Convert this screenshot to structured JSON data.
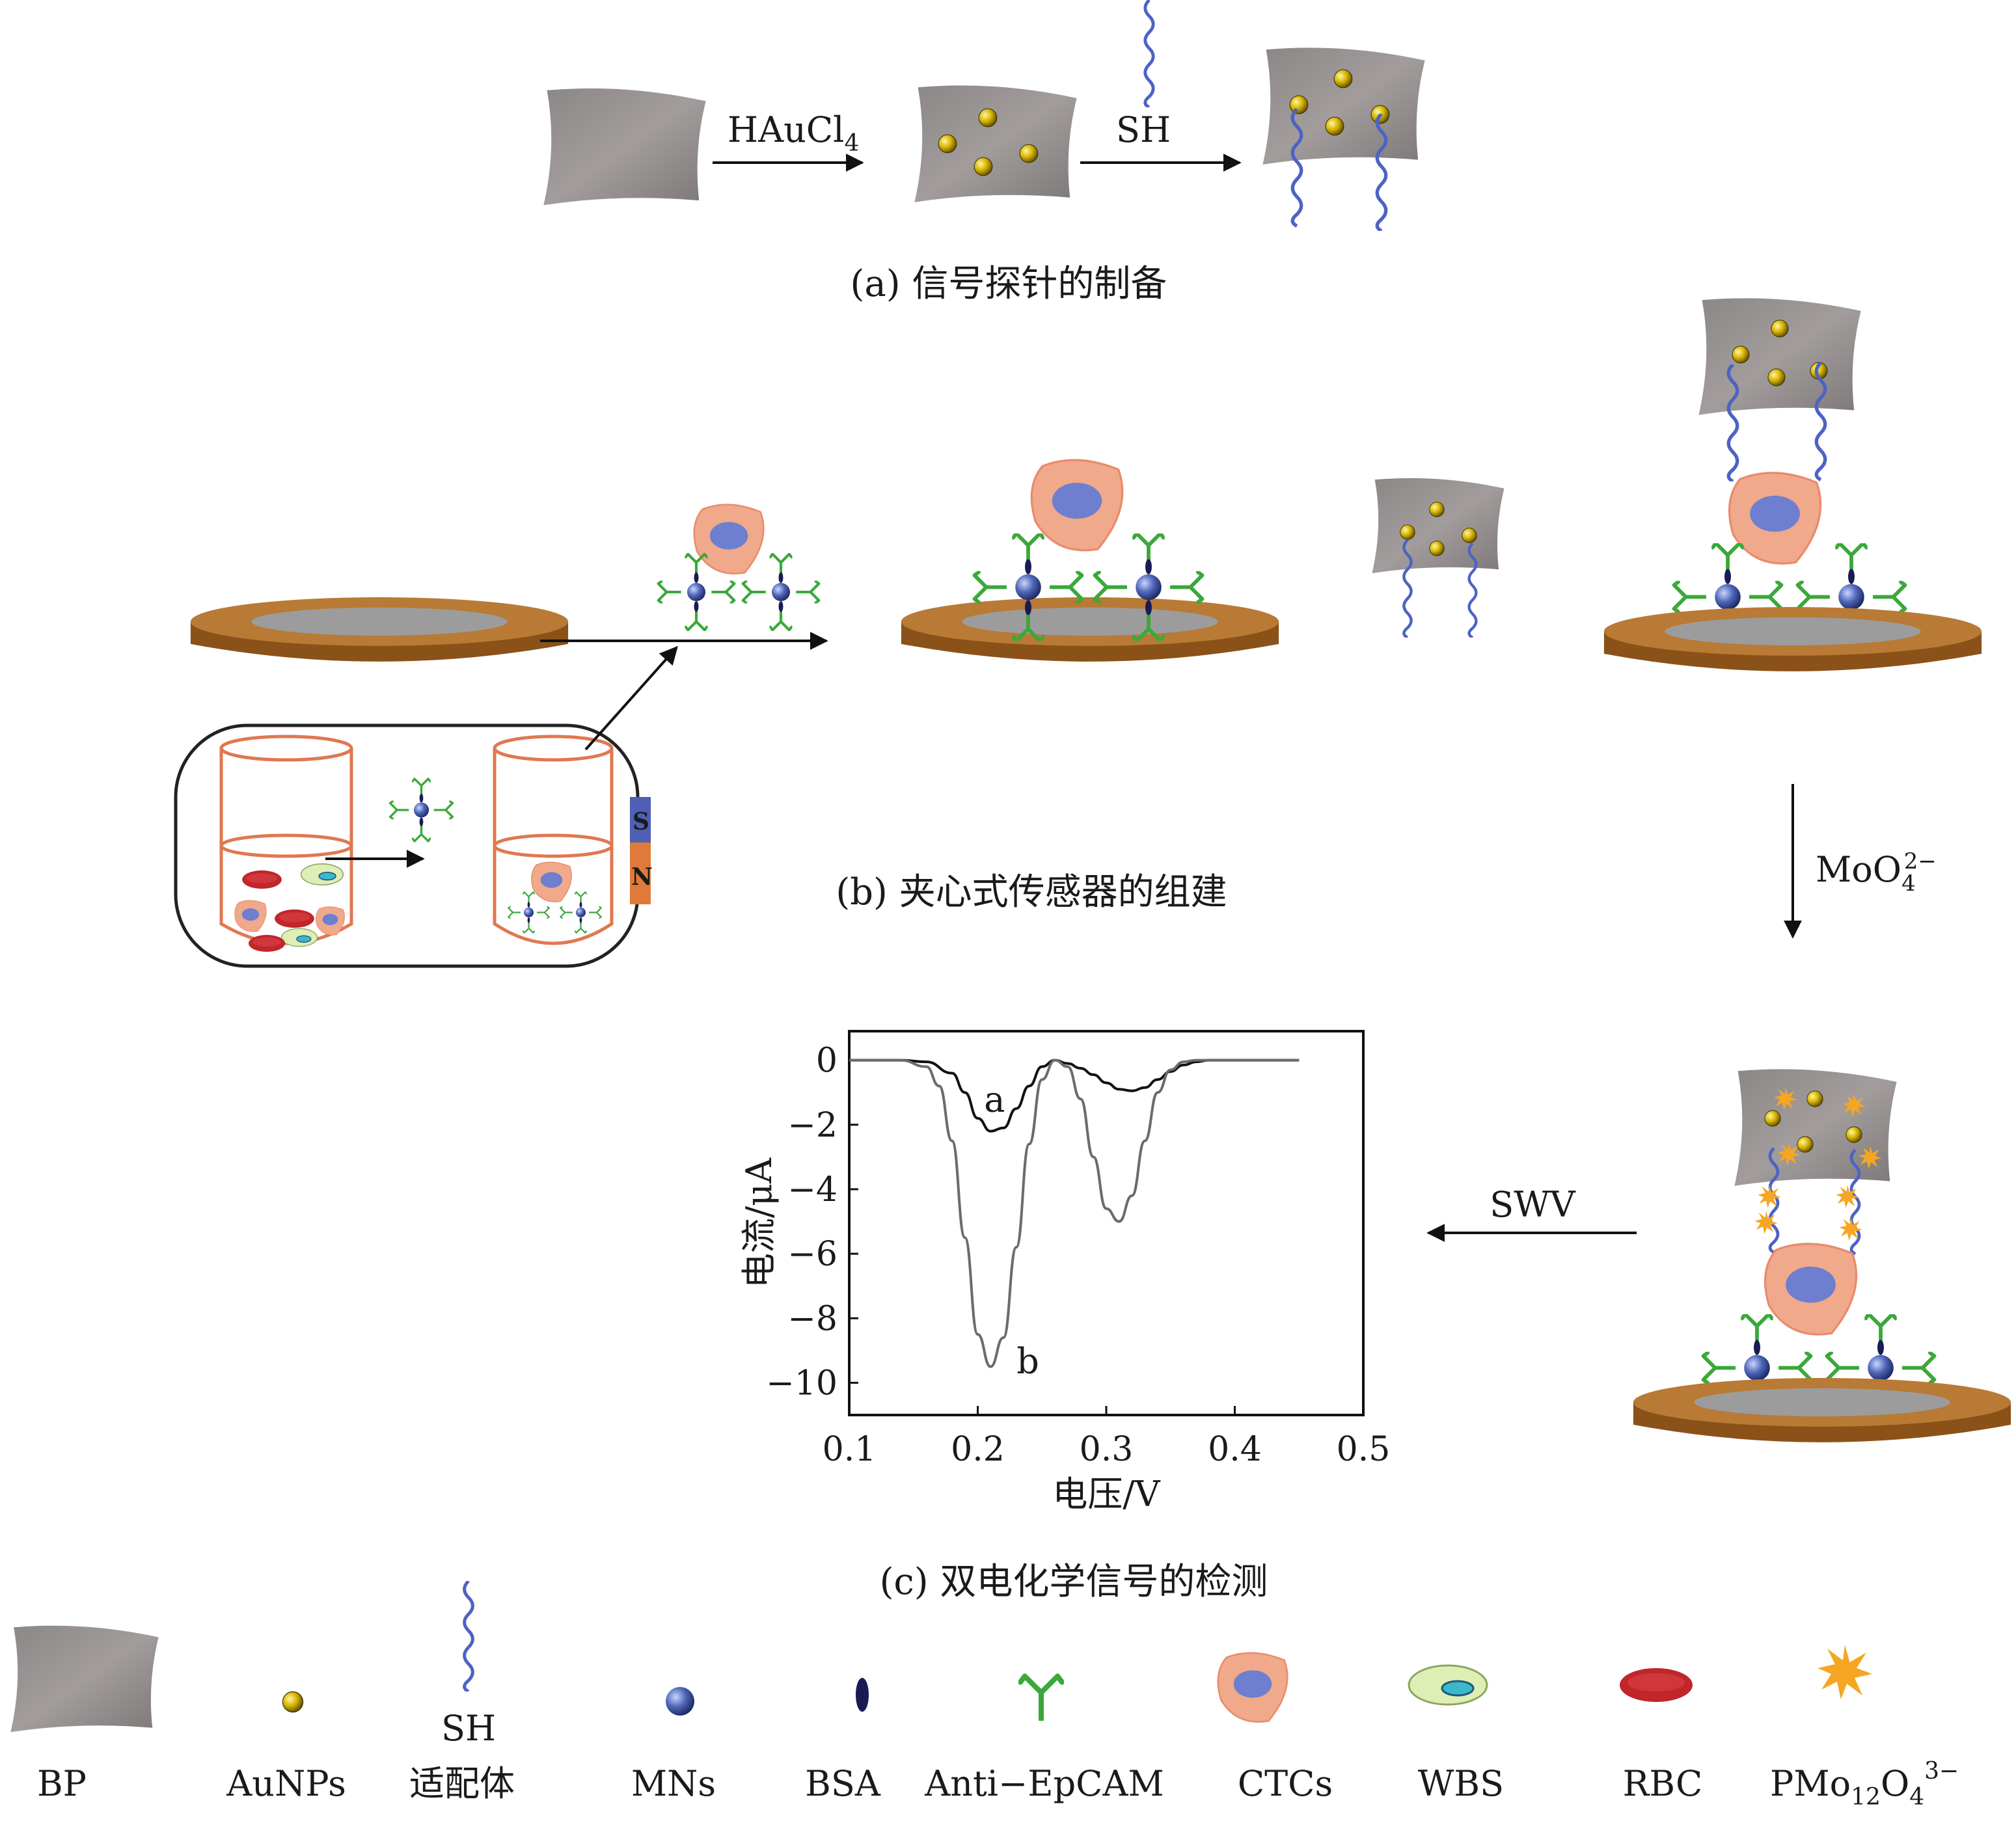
{
  "panel_a": {
    "reagent_1": "HAuCl",
    "reagent_1_sub": "4",
    "reagent_2": "SH",
    "caption": "(a) 信号探针的制备"
  },
  "panel_b": {
    "caption": "(b) 夹心式传感器的组建",
    "magnet_s": "S",
    "magnet_n": "N",
    "reagent_main": "MoO",
    "reagent_sub": "4",
    "reagent_sup": "2−"
  },
  "panel_c": {
    "technique": "SWV",
    "caption": "(c) 双电化学信号的检测"
  },
  "chart_data": {
    "type": "line",
    "title": "",
    "xlabel": "电压/V",
    "ylabel": "电流/μA",
    "xlim": [
      0.1,
      0.5
    ],
    "ylim": [
      -11,
      0.9
    ],
    "xticks": [
      "0.1",
      "0.2",
      "0.3",
      "0.4",
      "0.5"
    ],
    "yticks": [
      "0",
      "−2",
      "−4",
      "−6",
      "−8",
      "−10"
    ],
    "series": [
      {
        "name": "a",
        "color": "#111111",
        "x": [
          0.1,
          0.14,
          0.16,
          0.18,
          0.19,
          0.2,
          0.21,
          0.22,
          0.23,
          0.24,
          0.25,
          0.26,
          0.27,
          0.28,
          0.29,
          0.3,
          0.31,
          0.32,
          0.33,
          0.34,
          0.35,
          0.36,
          0.37,
          0.38,
          0.4,
          0.42,
          0.45
        ],
        "y": [
          0,
          0,
          -0.05,
          -0.4,
          -1.0,
          -1.8,
          -2.2,
          -2.1,
          -1.5,
          -0.8,
          -0.2,
          0.0,
          -0.1,
          -0.25,
          -0.45,
          -0.7,
          -0.9,
          -0.95,
          -0.85,
          -0.6,
          -0.35,
          -0.15,
          -0.05,
          0,
          0,
          0,
          0
        ]
      },
      {
        "name": "b",
        "color": "#6b6b6b",
        "x": [
          0.1,
          0.14,
          0.16,
          0.17,
          0.18,
          0.19,
          0.2,
          0.21,
          0.22,
          0.23,
          0.24,
          0.25,
          0.26,
          0.27,
          0.28,
          0.29,
          0.3,
          0.31,
          0.32,
          0.33,
          0.34,
          0.35,
          0.36,
          0.37,
          0.38,
          0.4,
          0.42,
          0.45
        ],
        "y": [
          0,
          0,
          -0.2,
          -0.8,
          -2.5,
          -5.5,
          -8.5,
          -9.5,
          -8.6,
          -5.8,
          -2.6,
          -0.6,
          0.0,
          -0.2,
          -1.2,
          -3.0,
          -4.6,
          -5.0,
          -4.2,
          -2.5,
          -1.0,
          -0.3,
          -0.05,
          0,
          0,
          0,
          0,
          0
        ]
      }
    ],
    "grid": false,
    "legend": "inline labels"
  },
  "legend": [
    {
      "label": "BP"
    },
    {
      "label": "AuNPs"
    },
    {
      "label": "SH",
      "sublabel": "适配体"
    },
    {
      "label": "MNs"
    },
    {
      "label": "BSA"
    },
    {
      "label": "Anti−EpCAM"
    },
    {
      "label": "CTCs"
    },
    {
      "label": "WBS"
    },
    {
      "label": "RBC"
    },
    {
      "label": "PMo",
      "sub": "12",
      "label2": "O",
      "sub2": "4",
      "sup": "3−"
    }
  ]
}
